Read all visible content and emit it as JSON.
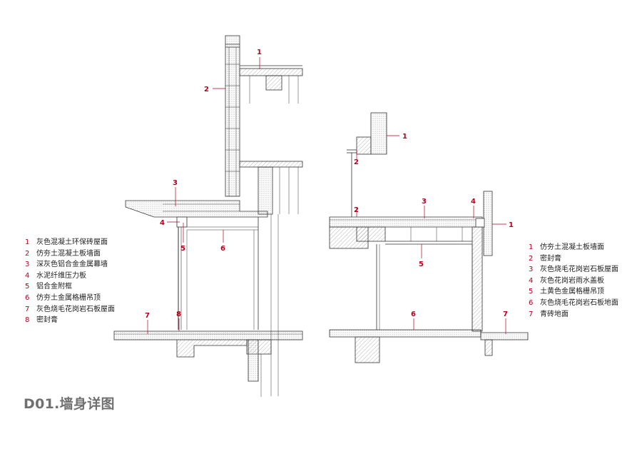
{
  "title": "D01.墙身详图",
  "colors": {
    "callout": "#b8001c",
    "line": "#333333",
    "title": "#707070"
  },
  "left_section": {
    "callouts": [
      "1",
      "2",
      "3",
      "4",
      "5",
      "6",
      "7",
      "8"
    ],
    "legend": [
      {
        "num": "1",
        "text": "灰色混凝土环保砖屋面"
      },
      {
        "num": "2",
        "text": "仿夯土混凝土板墙面"
      },
      {
        "num": "3",
        "text": "深灰色铝合金金属幕墙"
      },
      {
        "num": "4",
        "text": "水泥纤维压力板"
      },
      {
        "num": "5",
        "text": "铝合金附框"
      },
      {
        "num": "6",
        "text": "仿夯土金属格栅吊顶"
      },
      {
        "num": "7",
        "text": "灰色烧毛花岗岩石板屋面"
      },
      {
        "num": "8",
        "text": "密封膏"
      }
    ]
  },
  "right_section": {
    "callouts": [
      "1",
      "2",
      "2",
      "3",
      "4",
      "1",
      "5",
      "6",
      "7"
    ],
    "legend": [
      {
        "num": "1",
        "text": "仿夯土混凝土板墙面"
      },
      {
        "num": "2",
        "text": "密封膏"
      },
      {
        "num": "3",
        "text": "灰色烧毛花岗岩石板屋面"
      },
      {
        "num": "4",
        "text": "灰色花岗岩雨水盖板"
      },
      {
        "num": "5",
        "text": "土黄色金属格栅吊顶"
      },
      {
        "num": "6",
        "text": "灰色烧毛花岗岩石板地面"
      },
      {
        "num": "7",
        "text": "青砖地面"
      }
    ]
  }
}
